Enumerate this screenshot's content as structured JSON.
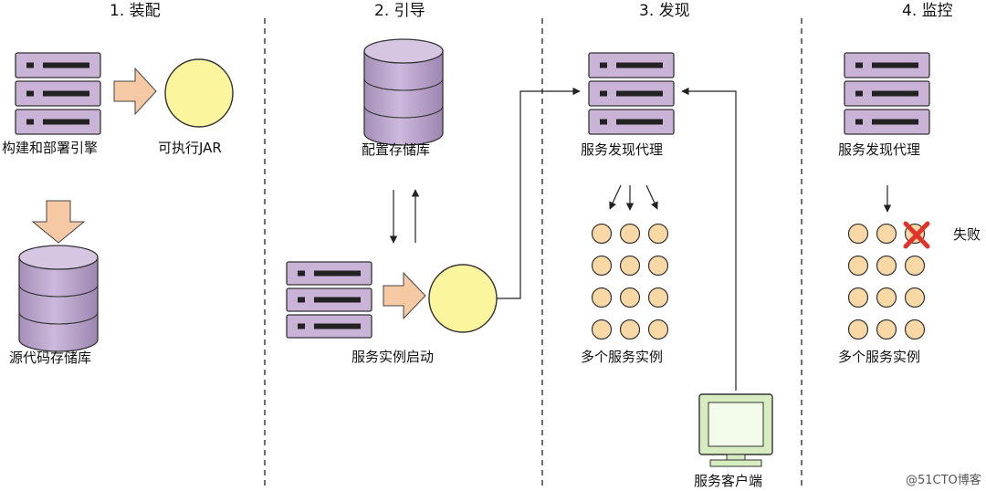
{
  "phases": [
    {
      "title": "1. 装配"
    },
    {
      "title": "2. 引导"
    },
    {
      "title": "3. 发现"
    },
    {
      "title": "4. 监控"
    }
  ],
  "labels": {
    "build_deploy_engine": "构建和部署引擎",
    "executable_jar": "可执行JAR",
    "source_repo": "源代码存储库",
    "config_repo": "配置存储库",
    "service_instance_start": "服务实例启动",
    "discovery_agent_3": "服务发现代理",
    "multi_instances_3": "多个服务实例",
    "service_client": "服务客户端",
    "discovery_agent_4": "服务发现代理",
    "failed": "失败",
    "multi_instances_4": "多个服务实例"
  },
  "watermark": "@51CTO博客",
  "colors": {
    "server_fill": "#c9b3d6",
    "server_stroke": "#333333",
    "db_fill": "#b9a3c9",
    "jar_fill": "#fbf59d",
    "instance_fill": "#f8d9a6",
    "arrow_fill": "#f6c9a5",
    "monitor_fill": "#d7ecc0",
    "fail_mark": "#e0342b"
  }
}
